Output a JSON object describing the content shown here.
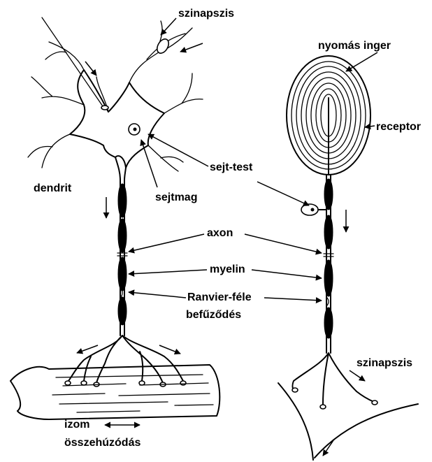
{
  "labels": {
    "szinapszis_top": "szinapszis",
    "nyomas_inger": "nyomás inger",
    "receptor": "receptor",
    "sejt_test": "sejt-test",
    "dendrit": "dendrit",
    "sejtmag": "sejtmag",
    "axon": "axon",
    "myelin": "myelin",
    "ranvier_line1": "Ranvier-féle",
    "ranvier_line2": "befűződés",
    "szinapszis_right": "szinapszis",
    "izom": "izom",
    "osszehuzodas": "összehúzódás"
  },
  "colors": {
    "ink": "#000000",
    "background": "#ffffff"
  }
}
